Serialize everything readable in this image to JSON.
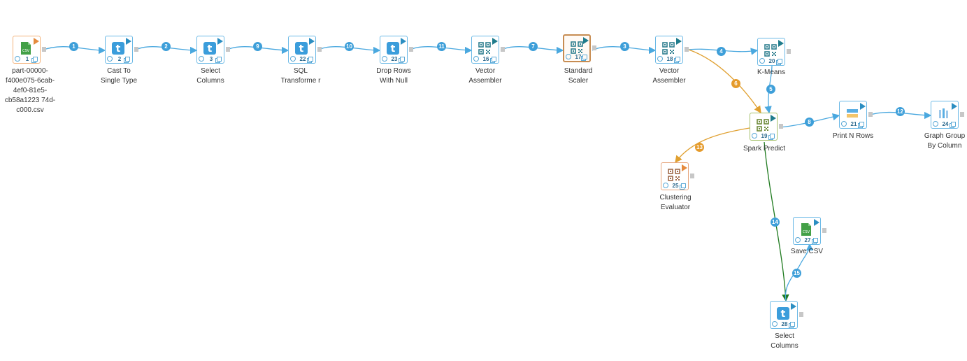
{
  "nodes": [
    {
      "id": "n1",
      "num": "1",
      "label": "part-00000-f400e075-6cab-4ef0-81e5-cb58a1223 74d-c000.csv",
      "icon": "csv-file-icon",
      "kind": "csv"
    },
    {
      "id": "n2",
      "num": "2",
      "label": "Cast To Single Type",
      "icon": "transform-t-icon",
      "kind": "t"
    },
    {
      "id": "n3",
      "num": "3",
      "label": "Select Columns",
      "icon": "transform-t-icon",
      "kind": "t"
    },
    {
      "id": "n22",
      "num": "22",
      "label": "SQL Transforme r",
      "icon": "transform-t-icon",
      "kind": "t"
    },
    {
      "id": "n23",
      "num": "23",
      "label": "Drop Rows With Null",
      "icon": "transform-t-icon",
      "kind": "t"
    },
    {
      "id": "n16",
      "num": "16",
      "label": "Vector Assembler",
      "icon": "ml-grid-icon",
      "kind": "ml"
    },
    {
      "id": "n17",
      "num": "17",
      "label": "Standard Scaler",
      "icon": "ml-grid-icon",
      "kind": "ml-sel"
    },
    {
      "id": "n18",
      "num": "18",
      "label": "Vector Assembler",
      "icon": "ml-grid-icon",
      "kind": "ml"
    },
    {
      "id": "n20",
      "num": "20",
      "label": "K-Means",
      "icon": "ml-grid-icon",
      "kind": "ml"
    },
    {
      "id": "n19",
      "num": "19",
      "label": "Spark Predict",
      "icon": "ml-grid-icon",
      "kind": "ml-green"
    },
    {
      "id": "n21",
      "num": "21",
      "label": "Print N Rows",
      "icon": "print-rows-icon",
      "kind": "print"
    },
    {
      "id": "n24",
      "num": "24",
      "label": "Graph Group By Column",
      "icon": "bar-graph-icon",
      "kind": "graph"
    },
    {
      "id": "n25",
      "num": "25",
      "label": "Clustering Evaluator",
      "icon": "ml-grid-icon",
      "kind": "ml-brown"
    },
    {
      "id": "n27",
      "num": "27",
      "label": "Save CSV",
      "icon": "csv-file-icon",
      "kind": "csv-save"
    },
    {
      "id": "n28",
      "num": "28",
      "label": "Select Columns",
      "icon": "transform-t-icon",
      "kind": "t"
    }
  ],
  "edges": [
    {
      "from": "n1",
      "to": "n2",
      "label": "1",
      "color": "#4aa8df"
    },
    {
      "from": "n2",
      "to": "n3",
      "label": "2",
      "color": "#4aa8df"
    },
    {
      "from": "n3",
      "to": "n22",
      "label": "9",
      "color": "#4aa8df"
    },
    {
      "from": "n22",
      "to": "n23",
      "label": "10",
      "color": "#4aa8df"
    },
    {
      "from": "n23",
      "to": "n16",
      "label": "11",
      "color": "#4aa8df"
    },
    {
      "from": "n16",
      "to": "n17",
      "label": "7",
      "color": "#4aa8df"
    },
    {
      "from": "n17",
      "to": "n18",
      "label": "3",
      "color": "#4aa8df"
    },
    {
      "from": "n18",
      "to": "n20",
      "label": "4",
      "color": "#4aa8df"
    },
    {
      "from": "n18",
      "to": "n19",
      "label": "6",
      "color": "#e0a030"
    },
    {
      "from": "n20",
      "to": "n19",
      "label": "5",
      "color": "#4aa8df"
    },
    {
      "from": "n19",
      "to": "n21",
      "label": "8",
      "color": "#4aa8df"
    },
    {
      "from": "n21",
      "to": "n24",
      "label": "12",
      "color": "#4aa8df"
    },
    {
      "from": "n19",
      "to": "n25",
      "label": "13",
      "color": "#e0a030"
    },
    {
      "from": "n19",
      "to": "n28",
      "label": "14",
      "color": "#1e7a1e"
    },
    {
      "from": "n28",
      "to": "n27",
      "label": "15",
      "color": "#4aa8df"
    }
  ],
  "colors": {
    "accent": "#4aa8df",
    "orange": "#e0a030",
    "green": "#1e7a1e",
    "selected": "#c78c52"
  }
}
